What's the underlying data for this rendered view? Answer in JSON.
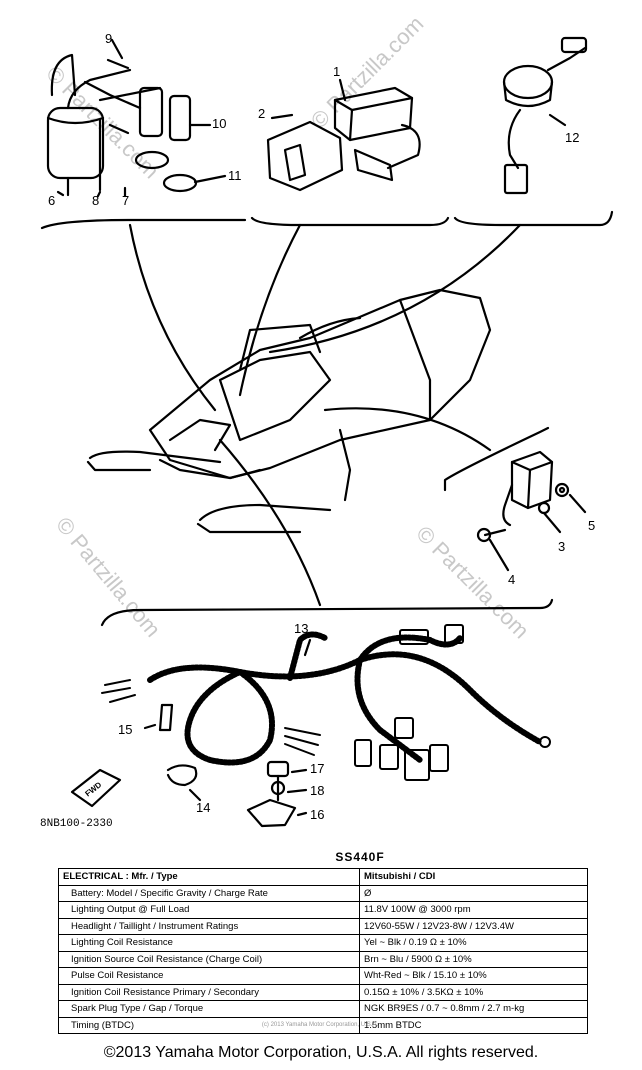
{
  "callouts": {
    "c1": "1",
    "c2": "2",
    "c3": "3",
    "c4": "4",
    "c5": "5",
    "c6": "6",
    "c7": "7",
    "c8": "8",
    "c9": "9",
    "c10": "10",
    "c11": "11",
    "c12": "12",
    "c13": "13",
    "c14": "14",
    "c15": "15",
    "c16": "16",
    "c17": "17",
    "c18": "18"
  },
  "part_code": "8NB100-2330",
  "fwd_label": "FWD",
  "watermark": "© Partzilla.com",
  "spec_title": "SS440F",
  "spec_header": {
    "label": "ELECTRICAL : Mfr. / Type",
    "value": "Mitsubishi / CDI"
  },
  "spec_rows": [
    {
      "label": "Battery: Model / Specific Gravity / Charge Rate",
      "value": "Ø"
    },
    {
      "label": "Lighting Output @ Full Load",
      "value": "11.8V 100W @ 3000 rpm"
    },
    {
      "label": "Headlight / Taillight / Instrument Ratings",
      "value": "12V60-55W / 12V23-8W / 12V3.4W"
    },
    {
      "label": "Lighting Coil Resistance",
      "value": "Yel ~ Blk / 0.19 Ω ± 10%"
    },
    {
      "label": "Ignition Source Coil Resistance (Charge Coil)",
      "value": "Brn ~ Blu / 5900 Ω ± 10%"
    },
    {
      "label": "Pulse Coil Resistance",
      "value": "Wht-Red ~ Blk / 15.10 ± 10%"
    },
    {
      "label": "Ignition Coil Resistance Primary / Secondary",
      "value": "0.15Ω ± 10% / 3.5KΩ ± 10%"
    },
    {
      "label": "Spark Plug Type / Gap / Torque",
      "value": "NGK BR9ES / 0.7 ~ 0.8mm / 2.7 m-kg"
    },
    {
      "label": "Timing (BTDC)",
      "value": "1.5mm BTDC"
    }
  ],
  "fine_print": "(c) 2013 Yamaha Motor Corporation, U.S.A.",
  "copyright": "©2013 Yamaha Motor Corporation, U.S.A. All rights reserved."
}
